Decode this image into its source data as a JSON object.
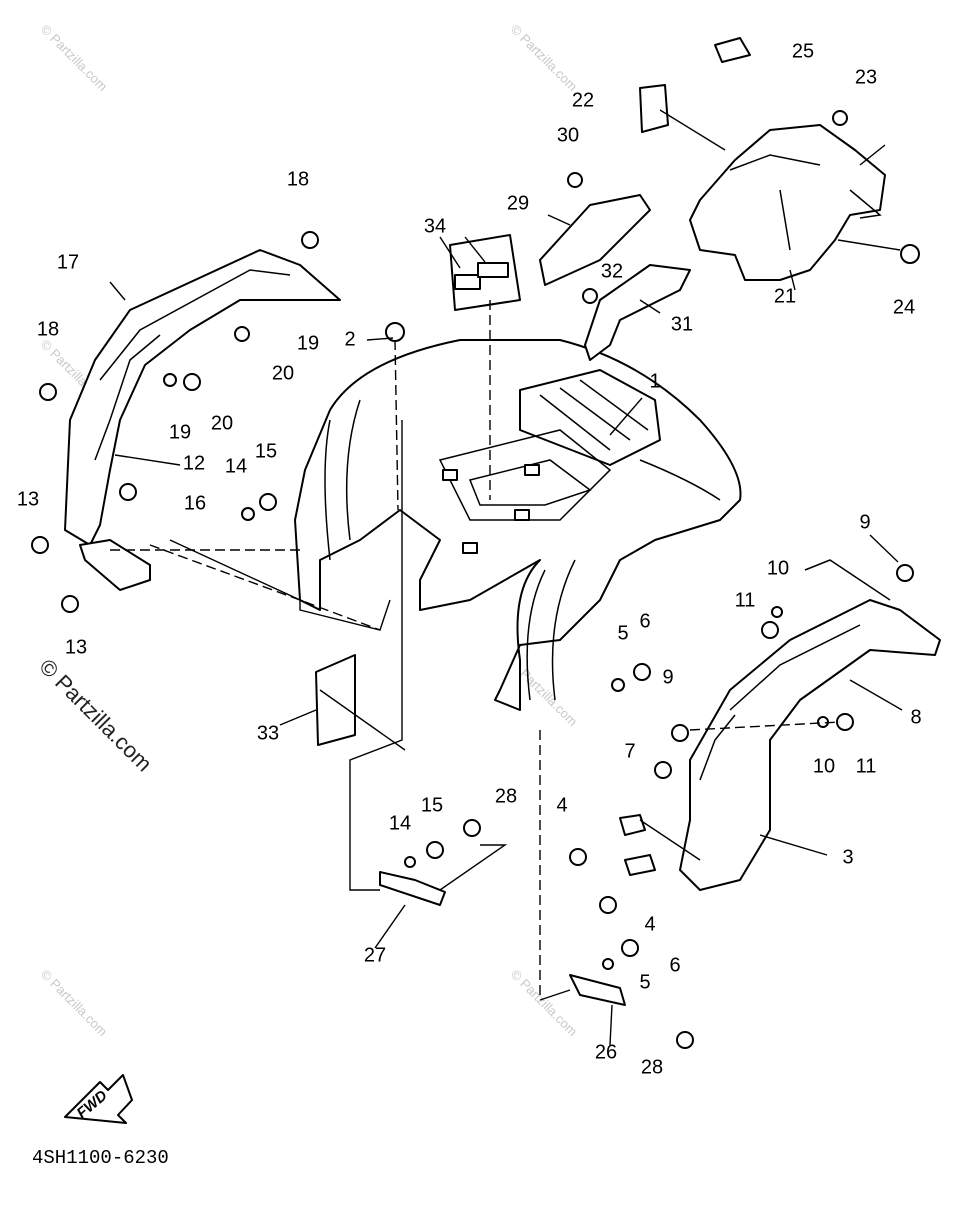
{
  "diagram_code": "4SH1100-6230",
  "fwd_label": "FWD",
  "watermark_main": "© Partzilla.com",
  "watermark_small": "© Partzilla.com",
  "callouts": [
    "1",
    "2",
    "3",
    "4",
    "4",
    "5",
    "5",
    "6",
    "6",
    "7",
    "8",
    "9",
    "9",
    "10",
    "10",
    "11",
    "11",
    "12",
    "13",
    "13",
    "14",
    "14",
    "15",
    "15",
    "16",
    "17",
    "18",
    "18",
    "19",
    "19",
    "20",
    "20",
    "21",
    "22",
    "23",
    "24",
    "25",
    "26",
    "27",
    "28",
    "28",
    "29",
    "30",
    "31",
    "32",
    "33",
    "34"
  ]
}
